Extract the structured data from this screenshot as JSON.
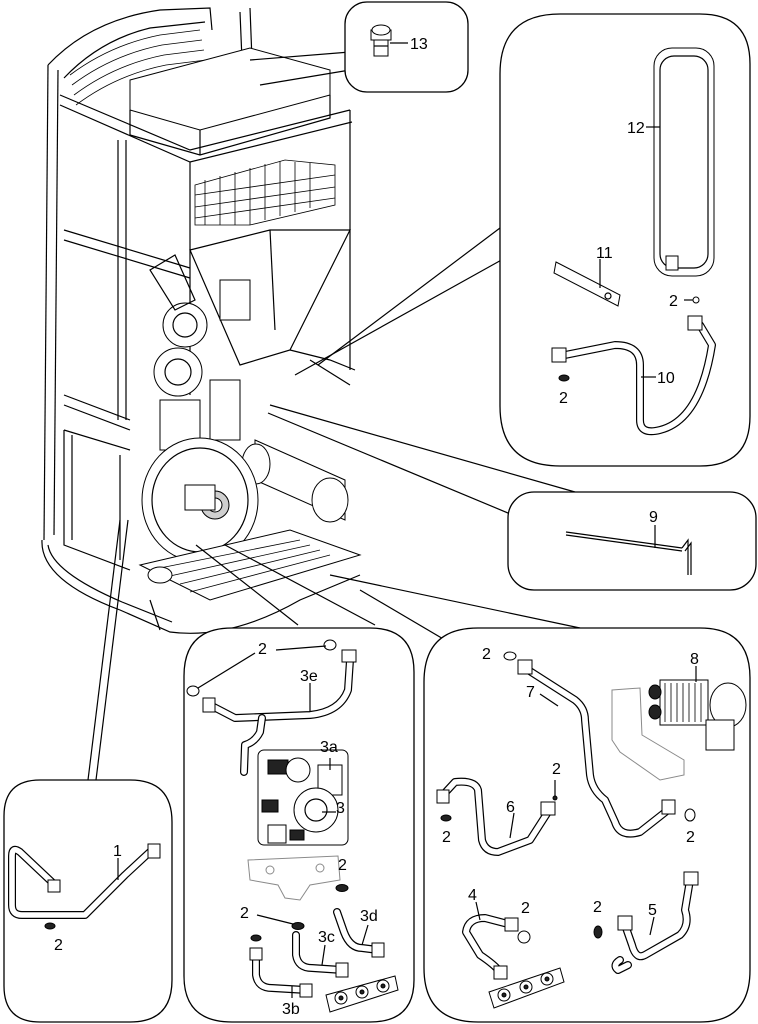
{
  "labels": {
    "p1": "1",
    "p2": "2",
    "p3": "3",
    "p3a": "3a",
    "p3b": "3b",
    "p3c": "3c",
    "p3d": "3d",
    "p3e": "3e",
    "p4": "4",
    "p5": "5",
    "p6": "6",
    "p7": "7",
    "p8": "8",
    "p9": "9",
    "p10": "10",
    "p11": "11",
    "p12": "12",
    "p13": "13"
  }
}
